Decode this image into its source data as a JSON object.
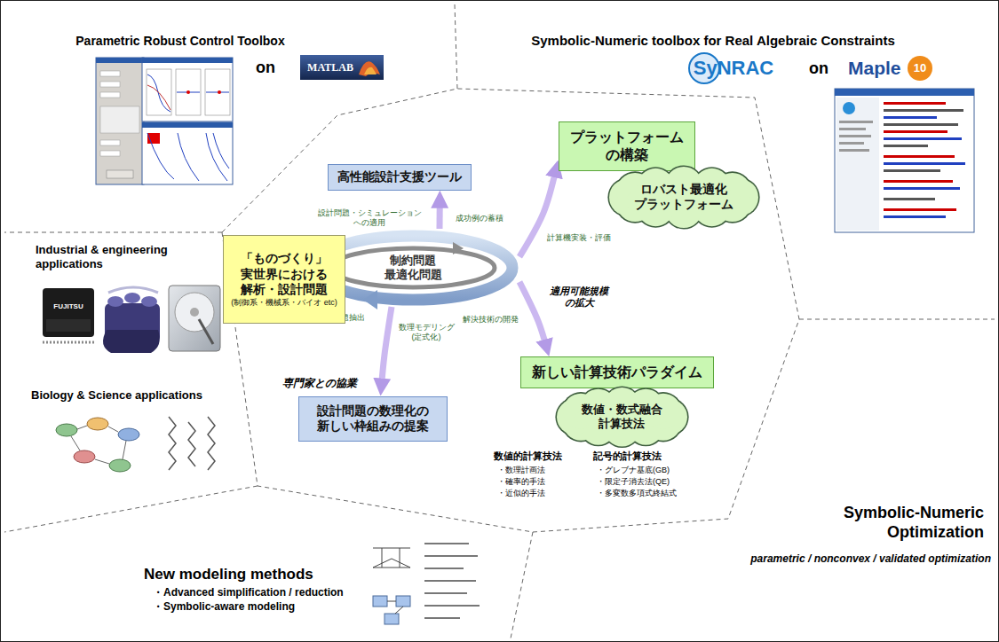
{
  "diagram": {
    "nodes": [
      {
        "text": [
          "高性能設計支援ツール"
        ]
      },
      {
        "text": [
          "プラットフォーム の構築"
        ]
      },
      {
        "text": [
          "ロバスト最適化 プラットフォーム"
        ]
      },
      {
        "text": [
          "「ものづくり」 実世界における 解析・設計問題",
          "(制御系・機械系・バイオ etc)"
        ]
      },
      {
        "text": [
          "制約問題 最適化問題"
        ]
      },
      {
        "text": [
          "新しい計算技術パラダイム"
        ]
      },
      {
        "text": [
          "数値・数式融合 計算技法"
        ]
      },
      {
        "text": [
          "設計問題の数理化の 新しい枠組みの提案"
        ]
      }
    ],
    "edges": [
      {
        "from": 4,
        "to": 0,
        "arrow": "to"
      },
      {
        "from": 4,
        "to": 1,
        "arrow": "to"
      },
      {
        "from": 4,
        "to": 5,
        "arrow": "to"
      },
      {
        "from": 4,
        "to": 7,
        "arrow": "to"
      }
    ],
    "labels": [
      "Parametric Robust Control Toolbox",
      "on",
      "MATLAB",
      "Symbolic-Numeric toolbox for Real Algebraic Constraints",
      "SyNRAC",
      "on",
      "Maple",
      "10",
      "Industrial & engineering applications",
      "FUJITSU",
      "Biology & Science applications",
      "New modeling methods",
      "・Advanced simplification / reduction",
      "・Symbolic-aware modeling",
      "Symbolic-Numeric Optimization",
      "parametric / nonconvex / validated optimization",
      "設計問題・シミュレーション への適用",
      "成功例の蓄積",
      "計算機実装・評価",
      "適用可能規模 の拡大",
      "解決技術の開発",
      "問題抽出",
      "数理モデリング (定式化)",
      "専門家との協業",
      "数値的計算技法",
      "・数理計画法",
      "・確率的手法",
      "・近似的手法",
      "記号的計算技法",
      "・グレブナ基底(GB)",
      "・限定子消去法(QE)",
      "・多変数多項式終結式"
    ]
  }
}
